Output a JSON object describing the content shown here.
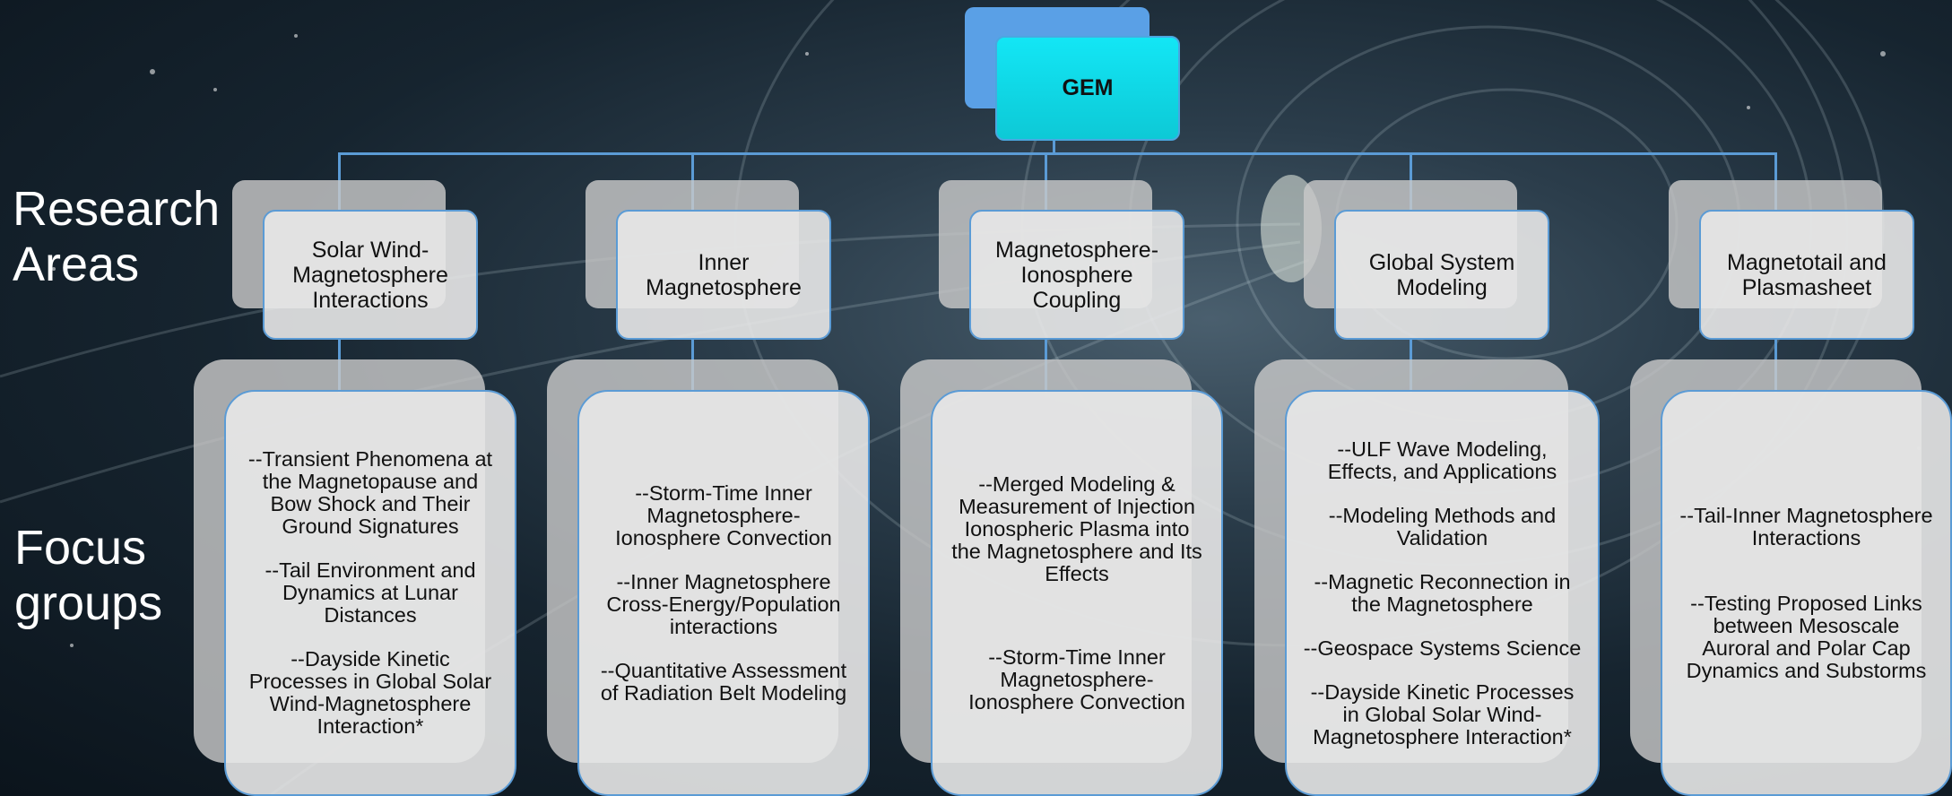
{
  "root": {
    "label": "GEM"
  },
  "row_labels": {
    "research": "Research\nAreas",
    "focus": "Focus\ngroups"
  },
  "research_areas": [
    {
      "title": "Solar Wind-\nMagnetosphere\nInteractions",
      "focus_groups": [
        "--Transient Phenomena at the Magnetopause and Bow Shock and Their Ground Signatures",
        "--Tail Environment and Dynamics at Lunar Distances",
        "--Dayside Kinetic Processes in Global Solar Wind-Magnetosphere Interaction*"
      ]
    },
    {
      "title": "Inner\nMagnetosphere",
      "focus_groups": [
        "--Storm-Time Inner Magnetosphere-Ionosphere Convection",
        "--Inner Magnetosphere Cross-Energy/Population interactions",
        "--Quantitative Assessment of Radiation Belt Modeling"
      ]
    },
    {
      "title": "Magnetosphere-\nIonosphere\nCoupling",
      "focus_groups": [
        "--Merged Modeling & Measurement of Injection Ionospheric Plasma into the Magnetosphere and Its Effects",
        "--Storm-Time Inner Magnetosphere-Ionosphere Convection"
      ]
    },
    {
      "title": "Global System\nModeling",
      "focus_groups": [
        "--ULF Wave Modeling, Effects, and Applications",
        "--Modeling Methods and Validation",
        "--Magnetic Reconnection in the Magnetosphere",
        "--Geospace Systems Science",
        "--Dayside Kinetic Processes in Global Solar Wind-Magnetosphere Interaction*"
      ]
    },
    {
      "title": "Magnetotail and\nPlasmasheet",
      "focus_groups": [
        "--Tail-Inner Magnetosphere Interactions",
        "--Testing Proposed Links between Mesoscale Auroral and Polar Cap Dynamics and Substorms"
      ]
    }
  ],
  "colors": {
    "connector": "#5b9bd5",
    "root_fill": "#13e6f5",
    "root_shadow": "#5aa0e6",
    "card_fill": "#e8e8e8"
  }
}
